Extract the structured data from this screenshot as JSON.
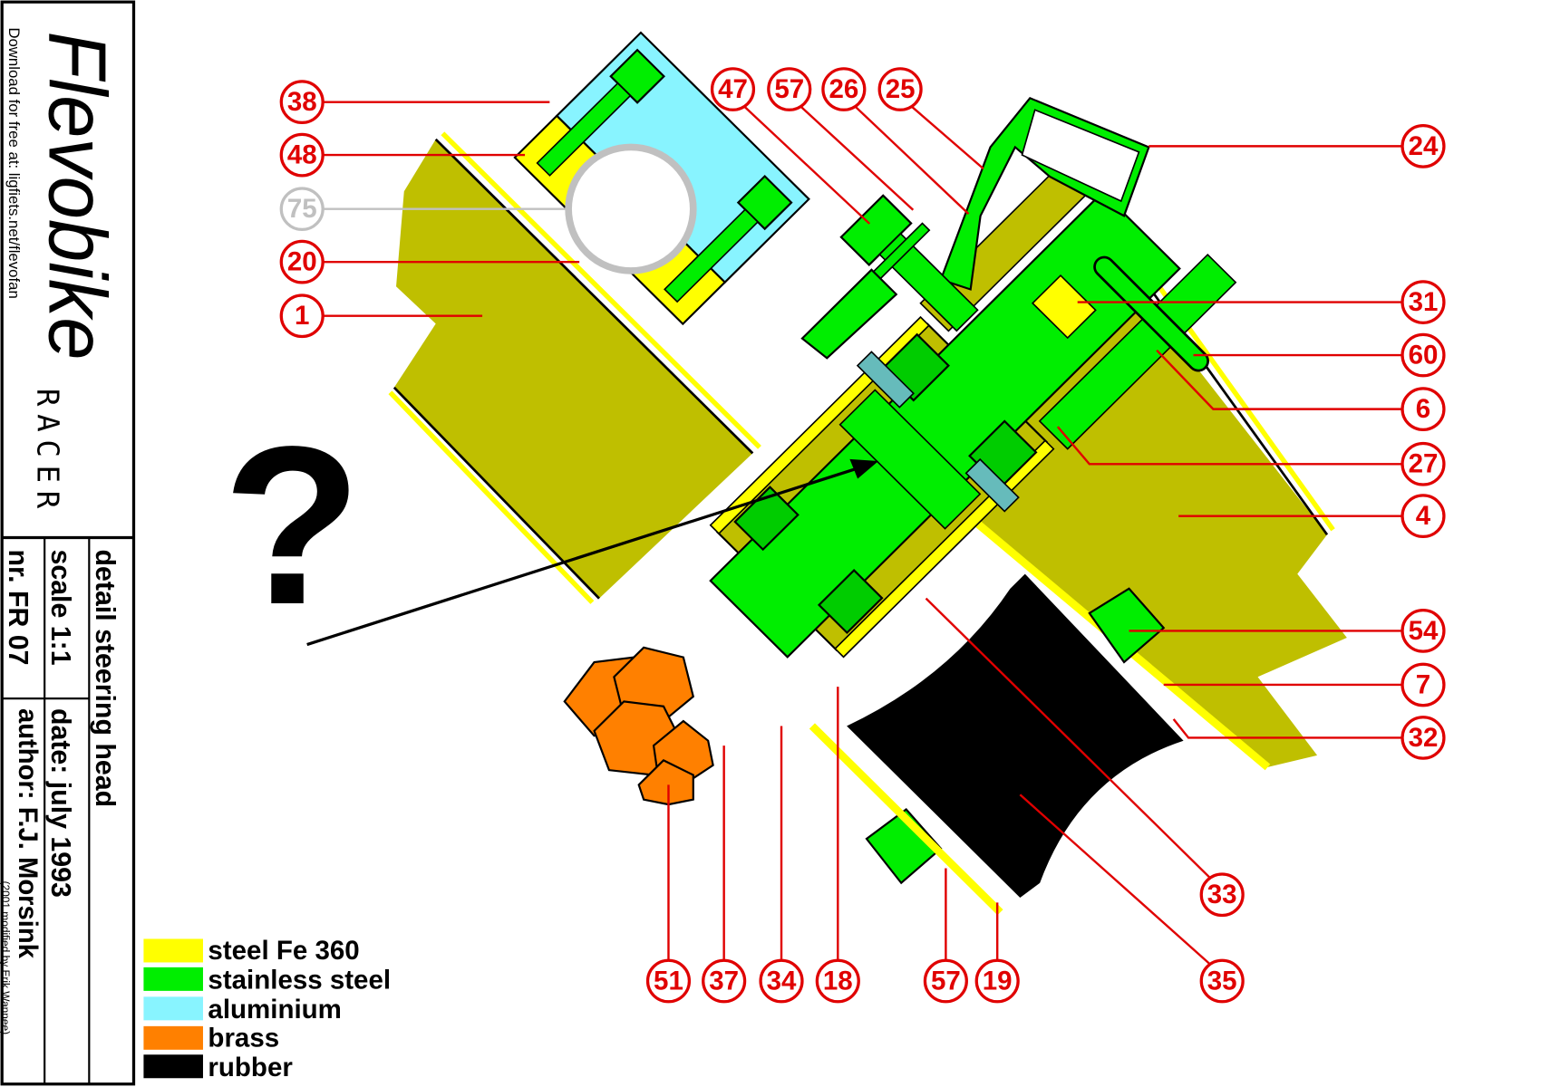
{
  "title_block": {
    "brand": "Flevobike",
    "model": "RACER",
    "download": "Download for free at: ligfiets.net/flevofan",
    "drawing_title": "detail steering head",
    "scale": "scale 1:1",
    "number": "nr. FR 07",
    "date": "date: july 1993",
    "author": "author: F.J. Morsink",
    "modified": "(2001 modified by Erik Wannee)"
  },
  "question_mark": "?",
  "legend": [
    {
      "label": "steel Fe 360",
      "color": "#ffff00"
    },
    {
      "label": "stainless steel",
      "color": "#00ee00"
    },
    {
      "label": "aluminium",
      "color": "#88f4ff"
    },
    {
      "label": "brass",
      "color": "#ff8000"
    },
    {
      "label": "rubber",
      "color": "#000000"
    }
  ],
  "colors": {
    "frame": "#bfbf00",
    "callout": "#e00000",
    "callout_inactive": "#c0c0c0"
  },
  "callouts": {
    "left": [
      "38",
      "48",
      "75",
      "20",
      "1"
    ],
    "top": [
      "47",
      "57",
      "26",
      "25"
    ],
    "right": [
      "24",
      "31",
      "60",
      "6",
      "27",
      "4",
      "54",
      "7",
      "32"
    ],
    "bottom": [
      "51",
      "37",
      "34",
      "18",
      "57",
      "19",
      "33",
      "35"
    ]
  }
}
